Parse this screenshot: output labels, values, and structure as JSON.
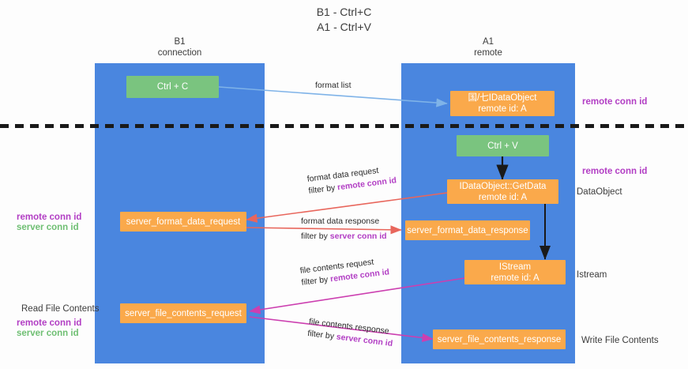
{
  "title": {
    "line1": "B1 - Ctrl+C",
    "line2": "A1 - Ctrl+V"
  },
  "lanes": [
    {
      "id": "b1",
      "name": "B1",
      "subtitle": "connection"
    },
    {
      "id": "a1",
      "name": "A1",
      "subtitle": "remote"
    }
  ],
  "nodes": {
    "ctrl_c": {
      "label": "Ctrl + C",
      "color": "#7ac47f"
    },
    "idataobject": {
      "line1": "国/七IDataObject",
      "line2": "remote id: A",
      "color": "#faa94b"
    },
    "ctrl_v": {
      "label": "Ctrl + V",
      "color": "#7ac47f"
    },
    "getdata": {
      "line1": "IDataObject::GetData",
      "line2": "remote id: A",
      "color": "#faa94b"
    },
    "format_data_request": {
      "label": "server_format_data_request",
      "color": "#faa94b"
    },
    "format_data_response": {
      "label": "server_format_data_response",
      "color": "#faa94b"
    },
    "istream": {
      "line1": "IStream",
      "line2": "remote id: A",
      "color": "#faa94b"
    },
    "file_contents_request": {
      "label": "server_file_contents_request",
      "color": "#faa94b"
    },
    "file_contents_response": {
      "label": "server_file_contents_response",
      "color": "#faa94b"
    }
  },
  "edges": {
    "format_list": {
      "label": "format list"
    },
    "format_data_request": {
      "label": "format data request",
      "filter_prefix": "filter by ",
      "filter_key": "remote conn id"
    },
    "format_data_response": {
      "label": "format data response",
      "filter_prefix": "filter by ",
      "filter_key": "server conn id"
    },
    "file_contents_request": {
      "label": "file contents request",
      "filter_prefix": "filter by ",
      "filter_key": "remote conn id"
    },
    "file_contents_response": {
      "label": "file contents response",
      "filter_prefix": "filter by ",
      "filter_key": "server conn id"
    }
  },
  "annotations": {
    "right_remote_top": "remote conn id",
    "right_remote_mid": "remote conn id",
    "right_dataobject": "DataObject",
    "right_istream": "Istream",
    "right_write_file": "Write File Contents",
    "left_remote_conn": "remote conn id",
    "left_server_conn": "server conn id",
    "left_read_file": "Read File Contents",
    "left_remote_conn_2": "remote conn id",
    "left_server_conn_2": "server conn id"
  },
  "colors": {
    "lane": "#4a86df",
    "orange": "#faa94b",
    "green": "#7ac47f",
    "purple": "#b23ec4",
    "green_text": "#6fbf73",
    "arrow_blue": "#7fb3e8",
    "arrow_red": "#e8665c",
    "arrow_magenta": "#cc3fb0",
    "arrow_black": "#1a1a1a"
  }
}
